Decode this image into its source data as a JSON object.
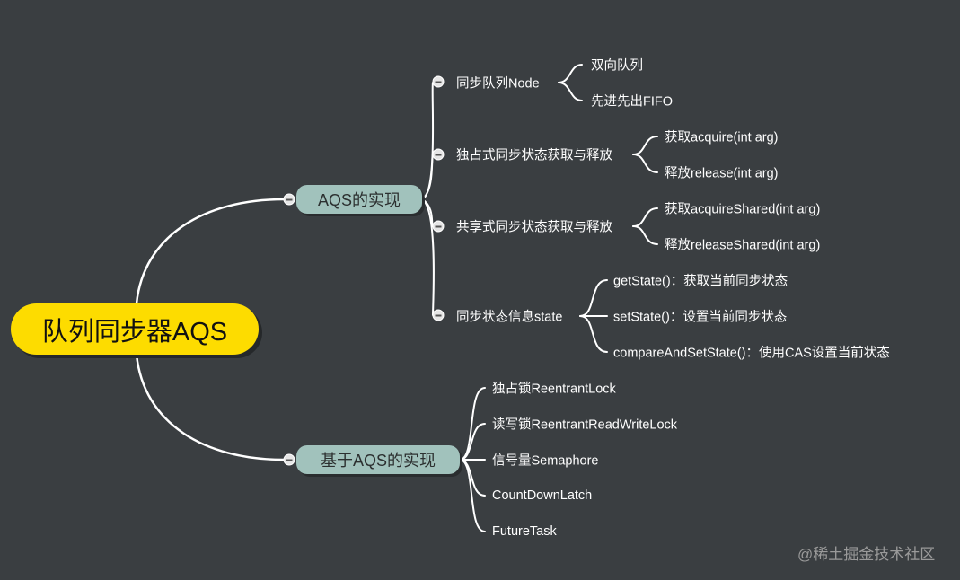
{
  "root": {
    "label": "队列同步器AQS"
  },
  "branches": [
    {
      "label": "AQS的实现",
      "children": [
        {
          "label": "同步队列Node",
          "leaves": [
            "双向队列",
            "先进先出FIFO"
          ]
        },
        {
          "label": "独占式同步状态获取与释放",
          "leaves": [
            "获取acquire(int arg)",
            "释放release(int arg)"
          ]
        },
        {
          "label": "共享式同步状态获取与释放",
          "leaves": [
            "获取acquireShared(int arg)",
            "释放releaseShared(int arg)"
          ]
        },
        {
          "label": "同步状态信息state",
          "leaves": [
            "getState()：获取当前同步状态",
            "setState()：设置当前同步状态",
            "compareAndSetState()：使用CAS设置当前状态"
          ]
        }
      ]
    },
    {
      "label": "基于AQS的实现",
      "leaves": [
        "独占锁ReentrantLock",
        "读写锁ReentrantReadWriteLock",
        "信号量Semaphore",
        "CountDownLatch",
        "FutureTask"
      ]
    }
  ],
  "watermark": "@稀土掘金技术社区",
  "colors": {
    "background": "#3a3e41",
    "root": "#fddc00",
    "main_topic": "#a1c2bc",
    "line": "#ffffff"
  }
}
